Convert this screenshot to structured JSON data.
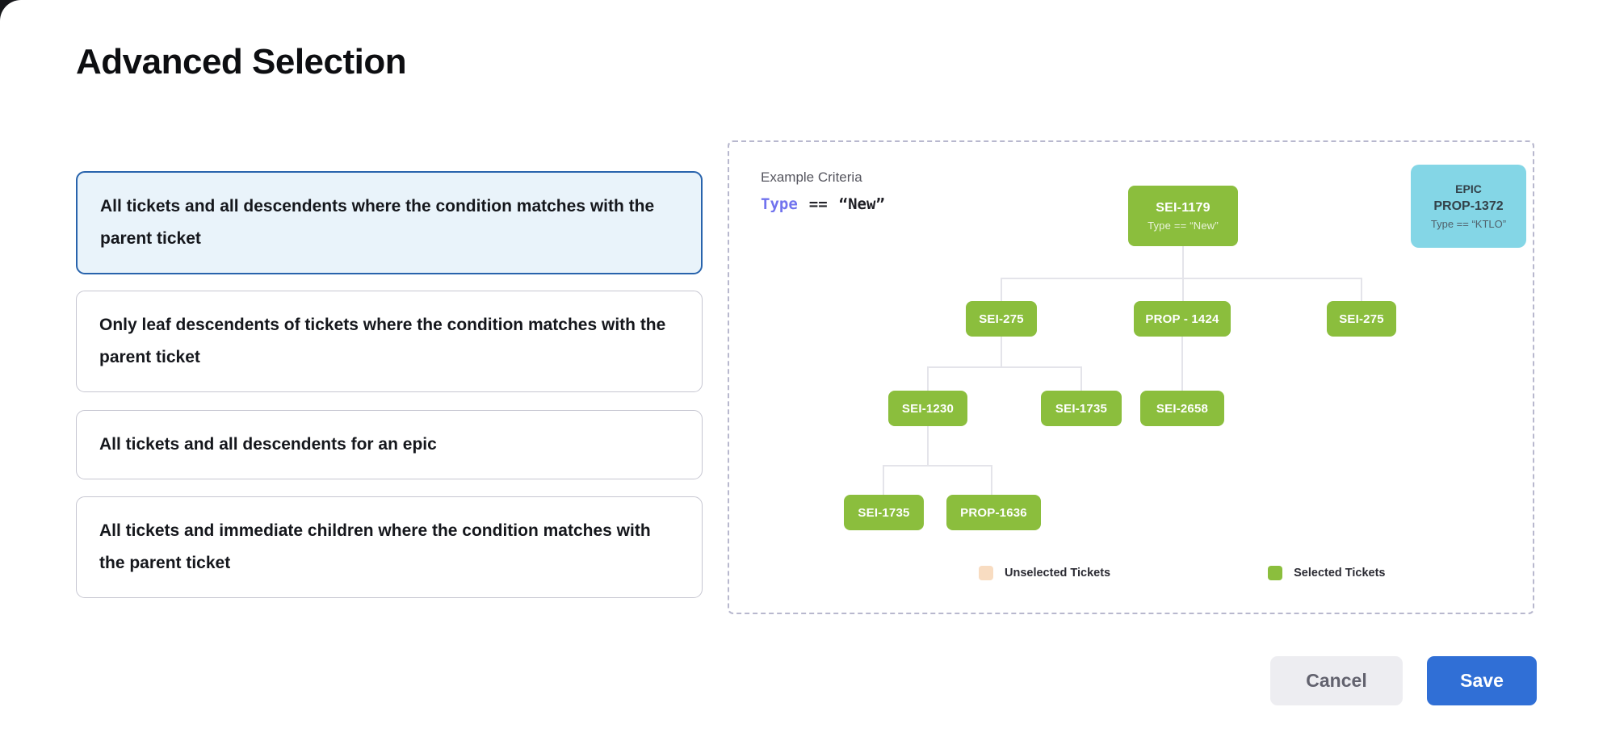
{
  "dialog": {
    "title": "Advanced Selection",
    "options": [
      {
        "label": "All tickets and all descendents where the condition matches with the parent ticket",
        "selected": true
      },
      {
        "label": "Only leaf descendents of tickets where the condition matches with the parent ticket",
        "selected": false
      },
      {
        "label": "All tickets and all descendents for an epic",
        "selected": false
      },
      {
        "label": "All tickets and immediate children where the condition matches with the parent ticket",
        "selected": false
      }
    ],
    "buttons": {
      "cancel": "Cancel",
      "save": "Save"
    }
  },
  "preview": {
    "criteria_label": "Example Criteria",
    "criteria": {
      "field": "Type",
      "operator": "==",
      "value": "“New”"
    },
    "epic_card": {
      "kind": "EPIC",
      "id": "PROP-1372",
      "condition": "Type == “KTLO”"
    },
    "tree": {
      "root": {
        "id": "SEI-1179",
        "condition": "Type == “New”"
      },
      "level2": [
        "SEI-275",
        "PROP - 1424",
        "SEI-275"
      ],
      "level3": [
        "SEI-1230",
        "SEI-1735",
        "SEI-2658"
      ],
      "level4": [
        "SEI-1735",
        "PROP-1636"
      ]
    },
    "legend": [
      {
        "label": "Unselected Tickets",
        "color": "#f8dcc1"
      },
      {
        "label": "Selected Tickets",
        "color": "#8bbe3d"
      }
    ],
    "colors": {
      "selected_node": "#8bbe3d",
      "epic_node": "#84d6e6",
      "accent_blue": "#306fd6"
    }
  }
}
